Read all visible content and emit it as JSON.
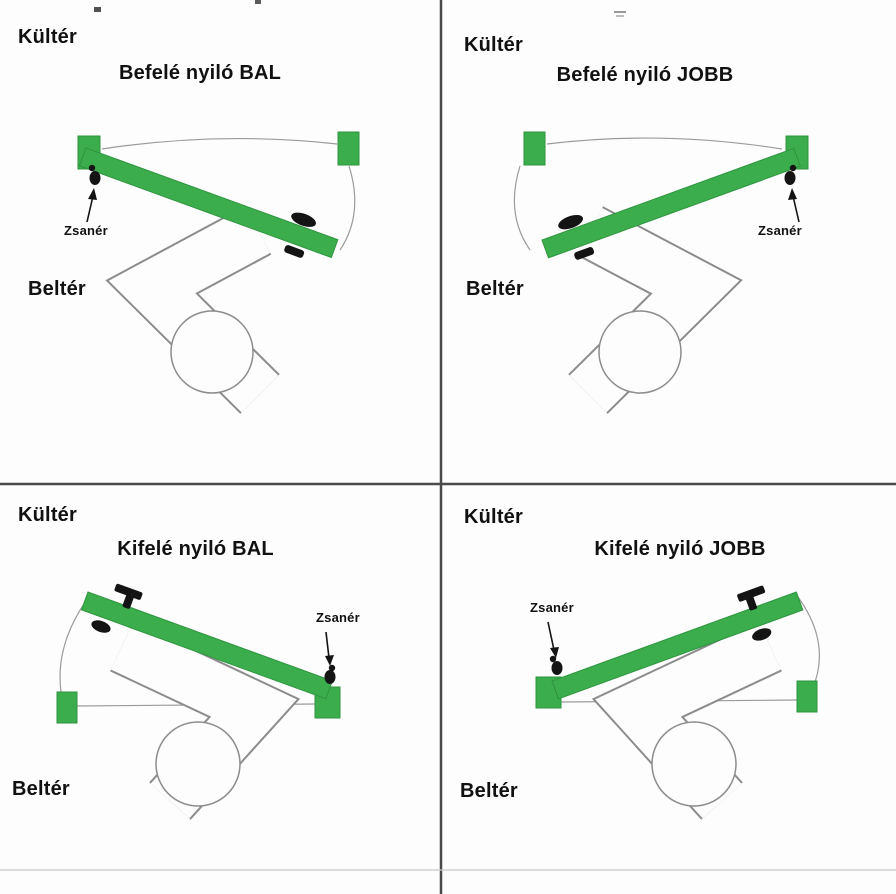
{
  "colors": {
    "bg": "#fdfdfd",
    "door": "#3cad4c",
    "door_edge": "#2e9440",
    "outline": "#8c8c8c",
    "ink": "#141414",
    "text": "#111111",
    "divider": "#4a4a4a",
    "thin_line": "#9b9b9b"
  },
  "quadrants": {
    "top_left": {
      "title": "Befelé nyiló BAL",
      "outdoor_label": "Kültér",
      "indoor_label": "Beltér",
      "hinge_label": "Zsanér"
    },
    "top_right": {
      "title": "Befelé nyiló JOBB",
      "outdoor_label": "Kültér",
      "indoor_label": "Beltér",
      "hinge_label": "Zsanér"
    },
    "bottom_left": {
      "title": "Kifelé nyiló BAL",
      "outdoor_label": "Kültér",
      "indoor_label": "Beltér",
      "hinge_label": "Zsanér"
    },
    "bottom_right": {
      "title": "Kifelé nyiló JOBB",
      "outdoor_label": "Kültér",
      "indoor_label": "Beltér",
      "hinge_label": "Zsanér"
    }
  }
}
